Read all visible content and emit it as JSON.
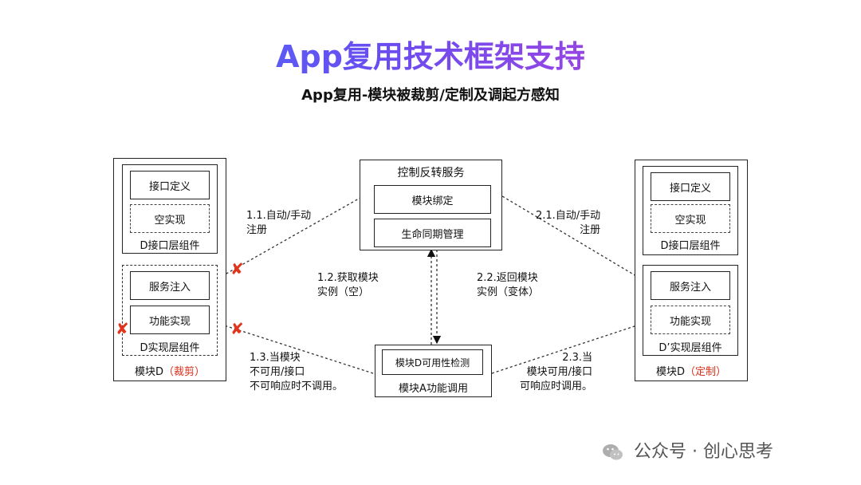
{
  "title": "App复用技术框架支持",
  "subtitle": "App复用-模块被裁剪/定制及调起方感知",
  "left_module": {
    "interface_layer": {
      "items": [
        "接口定义",
        "空实现"
      ],
      "label": "D接口层组件"
    },
    "impl_layer": {
      "items": [
        "服务注入",
        "功能实现"
      ],
      "label": "D实现层组件"
    },
    "name": "模块D",
    "tag": "（裁剪）"
  },
  "right_module": {
    "interface_layer": {
      "items": [
        "接口定义",
        "空实现"
      ],
      "label": "D接口层组件"
    },
    "impl_layer": {
      "items": [
        "服务注入",
        "功能实现"
      ],
      "label": "D’实现层组件"
    },
    "name": "模块D",
    "tag": "（定制）"
  },
  "ioc_service": {
    "title": "控制反转服务",
    "items": [
      "模块绑定",
      "生命同期管理"
    ]
  },
  "caller": {
    "check": "模块D可用性检测",
    "label": "模块A功能调用"
  },
  "notes": {
    "n11": [
      "1.1.自动/手动",
      "注册"
    ],
    "n12": [
      "1.2.获取模块",
      "实例（空）"
    ],
    "n13": [
      "1.3.当模块",
      "不可用/接口",
      "不可响应时不调用。"
    ],
    "n21": [
      "2.1.自动/手动",
      "注册"
    ],
    "n22": [
      "2.2.返回模块",
      "实例（变体）"
    ],
    "n23": [
      "2.3.当",
      "模块可用/接口",
      "可响应时调用。"
    ]
  },
  "watermark": "公众号 · 创心思考",
  "colors": {
    "red": "#d9301c",
    "title_from": "#3b7cff",
    "title_to": "#d23cd0"
  }
}
